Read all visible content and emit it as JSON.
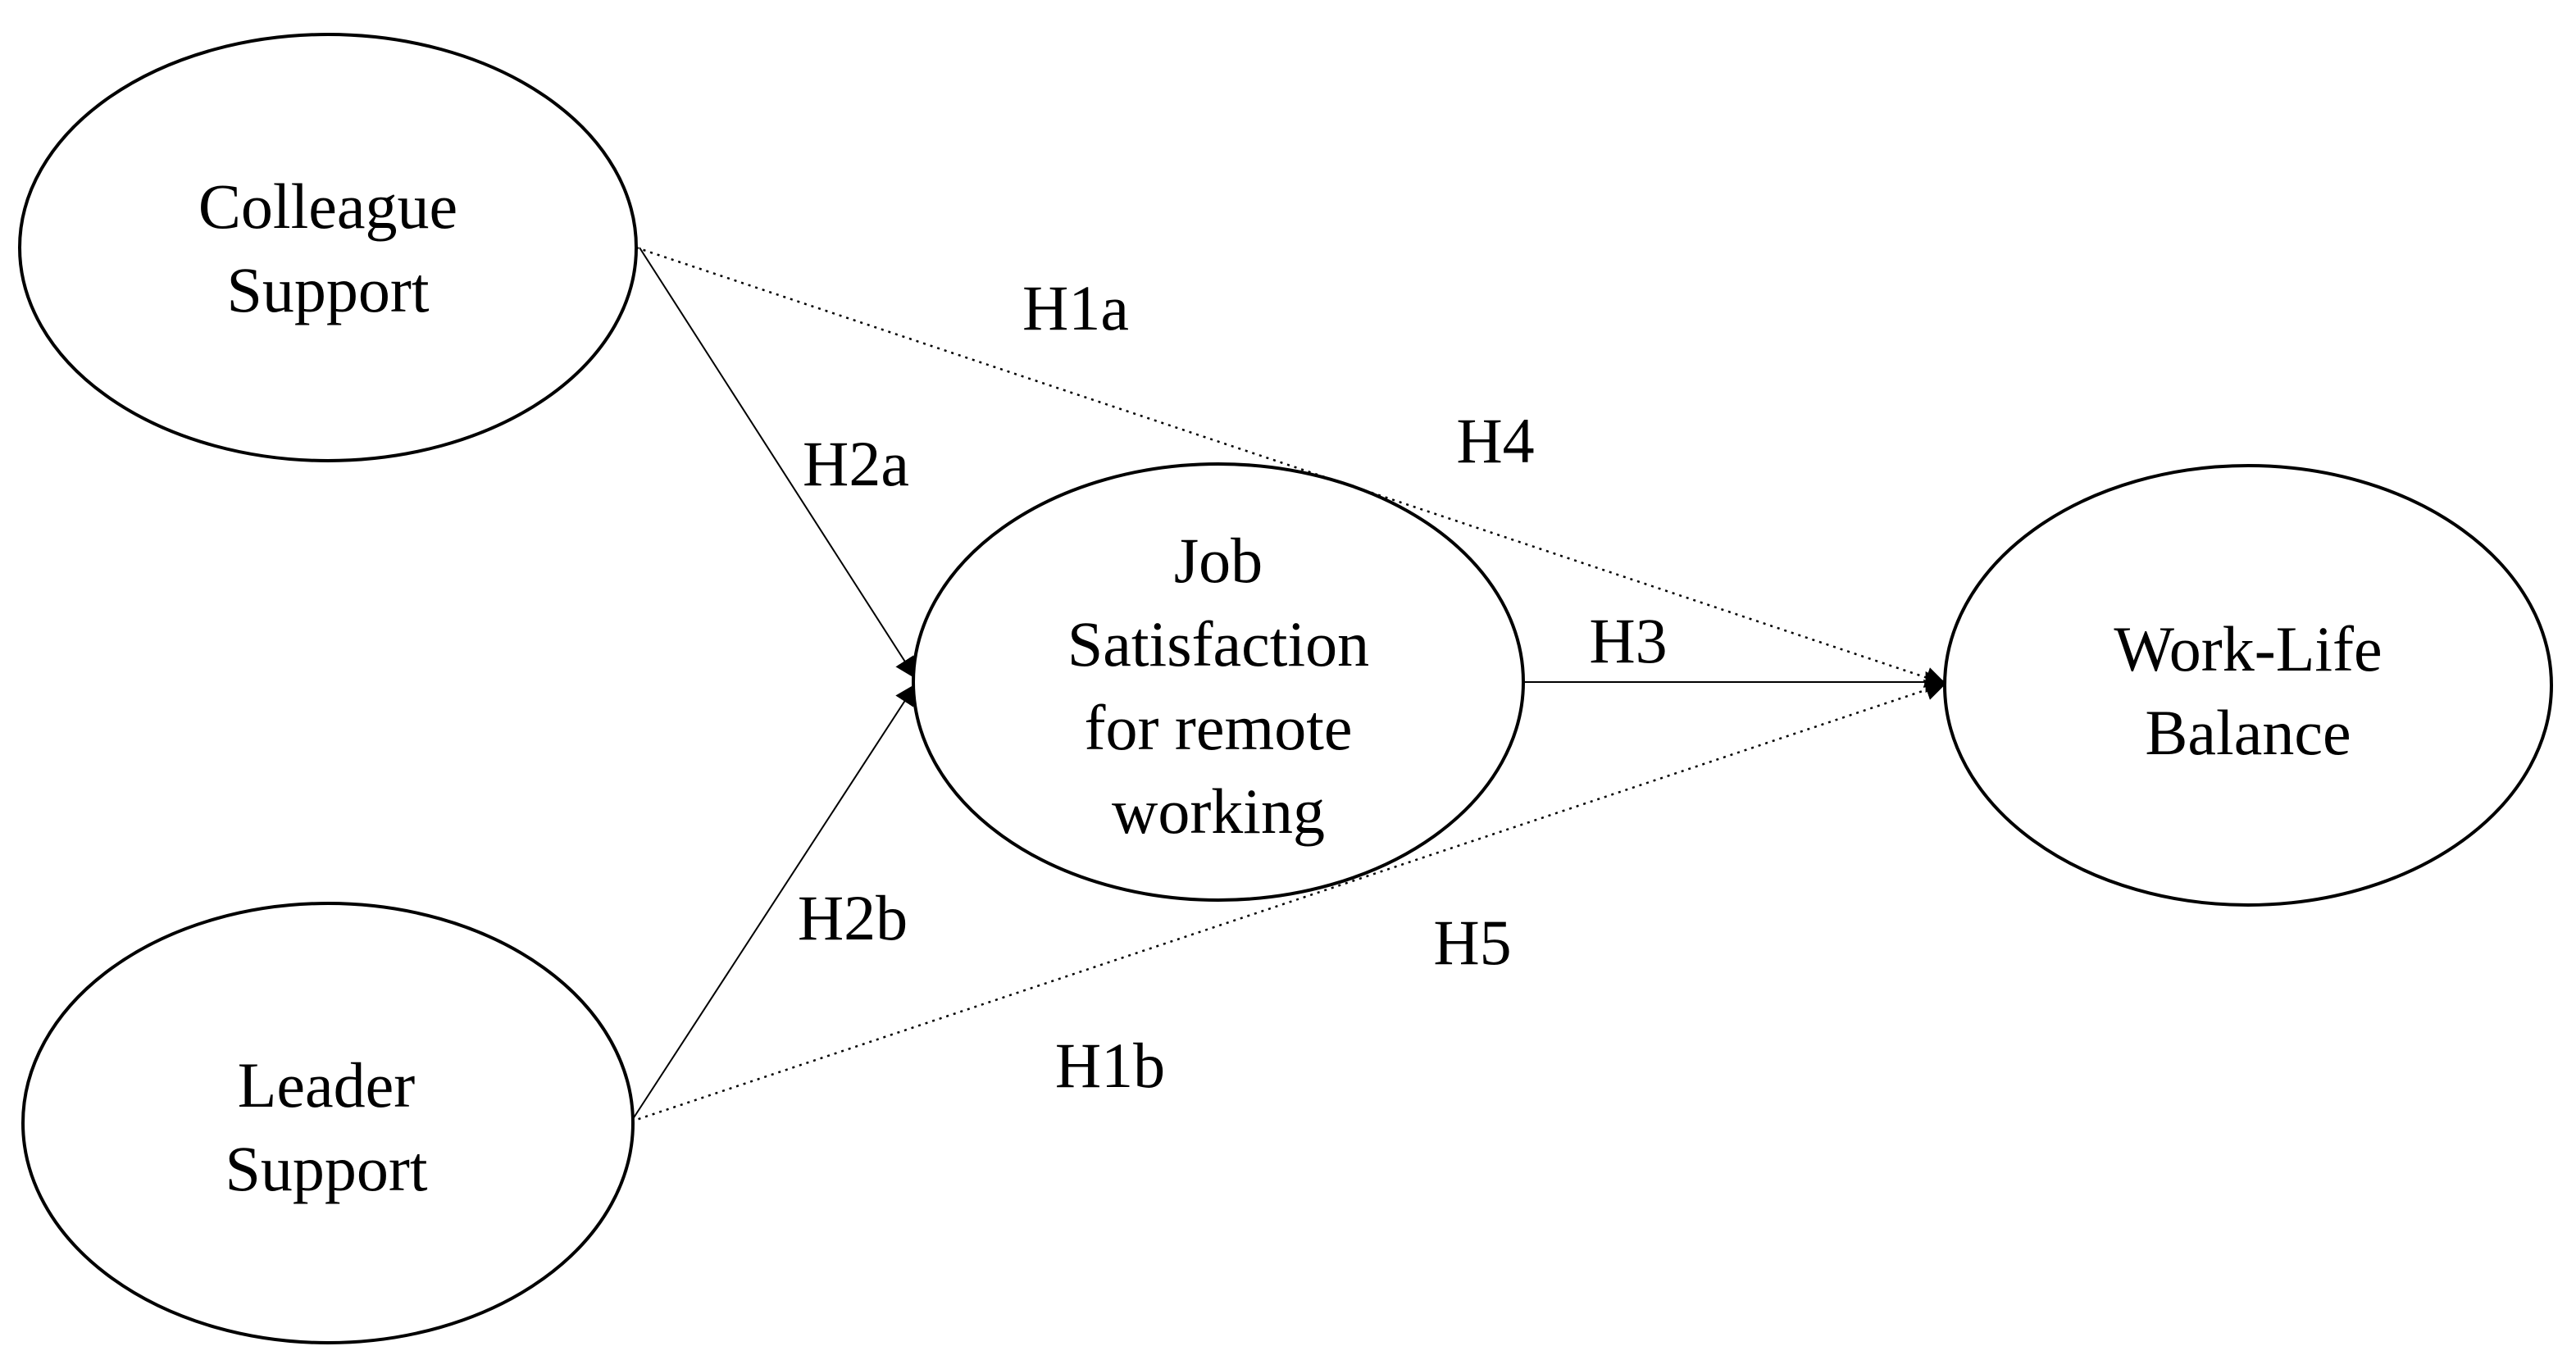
{
  "nodes": {
    "colleague_support": {
      "lines": [
        "Colleague",
        "Support"
      ]
    },
    "leader_support": {
      "lines": [
        "Leader",
        "Support"
      ]
    },
    "job_satisfaction": {
      "lines": [
        "Job",
        "Satisfaction",
        "for remote",
        "working"
      ]
    },
    "work_life_balance": {
      "lines": [
        "Work-Life",
        "Balance"
      ]
    }
  },
  "edges": {
    "h1a": {
      "label": "H1a",
      "from": "Colleague Support",
      "to": "Work-Life Balance",
      "style": "dotted"
    },
    "h1b": {
      "label": "H1b",
      "from": "Leader Support",
      "to": "Work-Life Balance",
      "style": "dotted"
    },
    "h2a": {
      "label": "H2a",
      "from": "Colleague Support",
      "to": "Job Satisfaction for remote working",
      "style": "solid"
    },
    "h2b": {
      "label": "H2b",
      "from": "Leader Support",
      "to": "Job Satisfaction for remote working",
      "style": "solid"
    },
    "h3": {
      "label": "H3",
      "from": "Job Satisfaction for remote working",
      "to": "Work-Life Balance",
      "style": "solid"
    },
    "h4": {
      "label": "H4"
    },
    "h5": {
      "label": "H5"
    }
  }
}
